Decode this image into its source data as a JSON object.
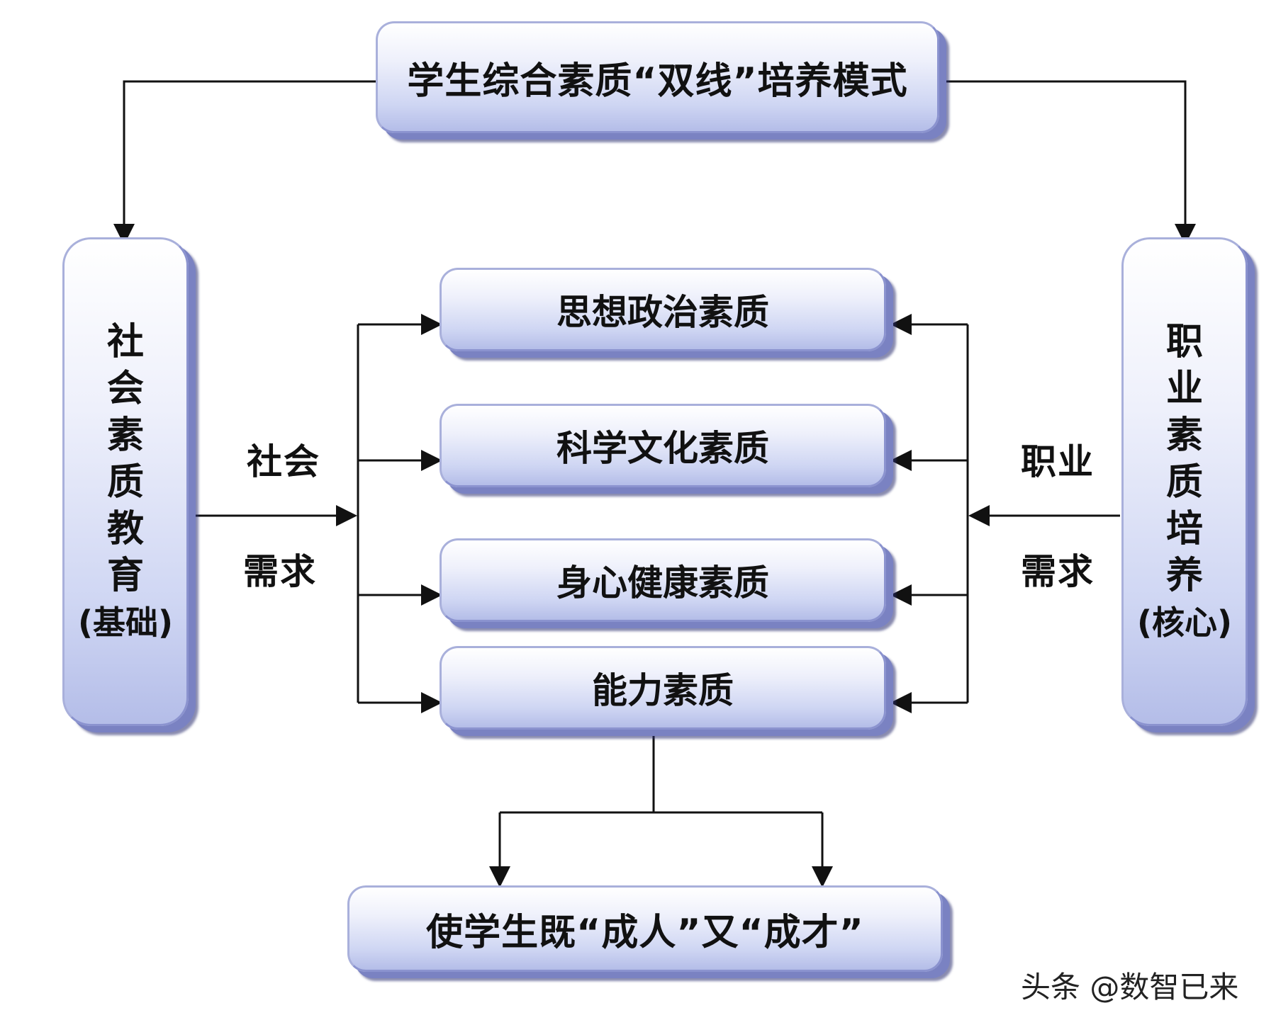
{
  "title_box": {
    "text": "学生综合素质“双线”培养模式"
  },
  "left_column": {
    "chars": [
      "社",
      "会",
      "素",
      "质",
      "教",
      "育"
    ],
    "sub": "(基础)"
  },
  "right_column": {
    "chars": [
      "职",
      "业",
      "素",
      "质",
      "培",
      "养"
    ],
    "sub": "(核心)"
  },
  "left_labels": {
    "top": "社会",
    "bottom": "需求"
  },
  "right_labels": {
    "top": "职业",
    "bottom": "需求"
  },
  "qualities": [
    "思想政治素质",
    "科学文化素质",
    "身心健康素质",
    "能力素质"
  ],
  "result_box": {
    "text": "使学生既“成人”又“成才”"
  },
  "watermark": "头条 @数智已来",
  "colors": {
    "box_fill": "#cfd6f3",
    "box_shadow": "#7a82c2",
    "line": "#111111"
  }
}
